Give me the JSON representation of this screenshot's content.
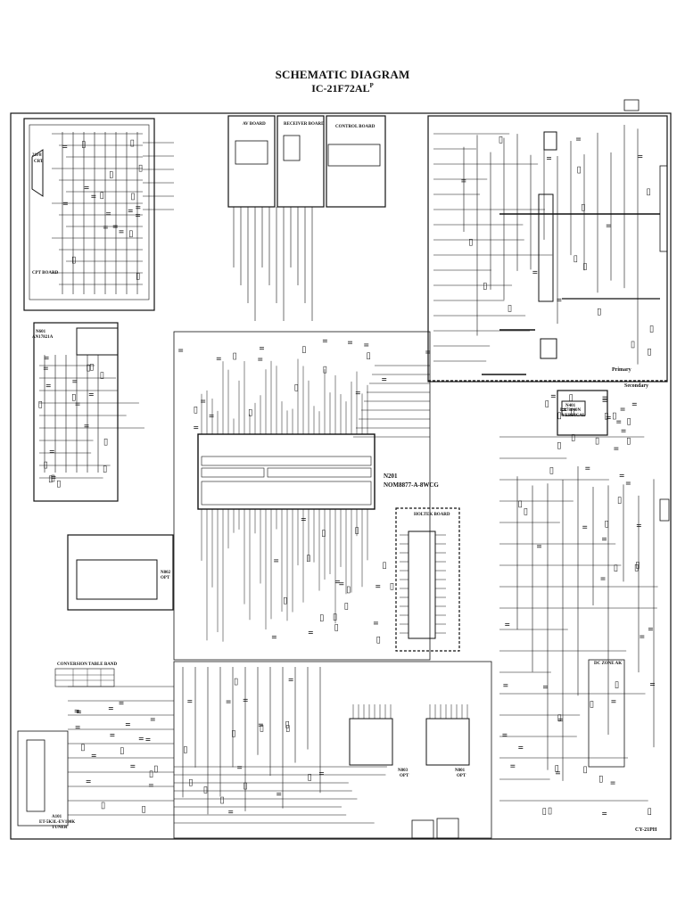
{
  "title": "SCHEMATIC DIAGRAM",
  "model": "IC-21F72AL",
  "model_suffix": "P",
  "boards": {
    "cpt": "CPT BOARD",
    "av": "AV BOARD",
    "receiver": "RECEIVER BOARD",
    "control": "CONTROL BOARD",
    "holtek": "HOLTEK BOARD"
  },
  "ics": {
    "main_ref": "N201",
    "main_part": "NOM8877-A-8WCG",
    "audio_ref": "N601",
    "audio_part": "AN17821A",
    "vertical_ref": "N401",
    "vertical_part": "LA78040N",
    "vertical_fn": "VERTICAL",
    "tuner_ref": "A101",
    "tuner_part": "ET-5K3L-EV100K",
    "tuner_fn": "TUNER",
    "n801": "N801",
    "n802": "N802",
    "n803": "N803",
    "opt": "OPT"
  },
  "labels": {
    "primary": "Primary",
    "secondary": "Secondary",
    "conversion_table": "CONVERSION TABLE BAND",
    "crt_model": "21F8",
    "crt": "CRT",
    "dc_labels": "DC ZONE AK",
    "model_code": "CY-21PH"
  }
}
